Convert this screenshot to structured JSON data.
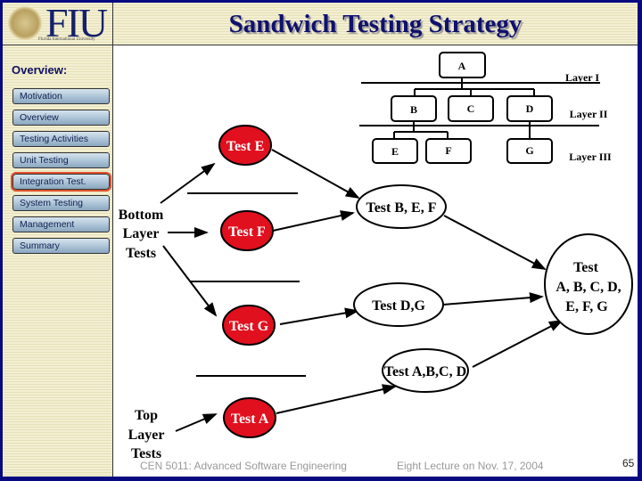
{
  "header": {
    "title": "Sandwich Testing Strategy",
    "logo_text": "FIU",
    "logo_subtext": "Florida International University"
  },
  "sidebar": {
    "heading": "Overview:",
    "items": [
      {
        "label": "Motivation",
        "active": false
      },
      {
        "label": "Overview",
        "active": false
      },
      {
        "label": "Testing Activities",
        "active": false
      },
      {
        "label": "Unit Testing",
        "active": false
      },
      {
        "label": "Integration Test.",
        "active": true
      },
      {
        "label": "System Testing",
        "active": false
      },
      {
        "label": "Management",
        "active": false
      },
      {
        "label": "Summary",
        "active": false
      }
    ]
  },
  "hierarchy": {
    "modules": {
      "a": "A",
      "b": "B",
      "c": "C",
      "d": "D",
      "e": "E",
      "f": "F",
      "g": "G"
    },
    "layers": [
      "Layer I",
      "Layer II",
      "Layer III"
    ]
  },
  "diagram": {
    "bottom_label": [
      "Bottom",
      "Layer",
      "Tests"
    ],
    "top_label": [
      "Top",
      "Layer",
      "Tests"
    ],
    "test_e": "Test E",
    "test_f": "Test F",
    "test_g": "Test G",
    "test_a": "Test A",
    "test_bef": "Test B, E, F",
    "test_dg": "Test D,G",
    "test_abcd": "Test A,B,C, D",
    "test_all": [
      "Test",
      "A, B, C, D,",
      "E, F, G"
    ],
    "red_color": "#e0101e"
  },
  "footer": {
    "course": "CEN 5011: Advanced Software Engineering",
    "lecture": "Eight Lecture on Nov. 17, 2004",
    "page": "65"
  }
}
